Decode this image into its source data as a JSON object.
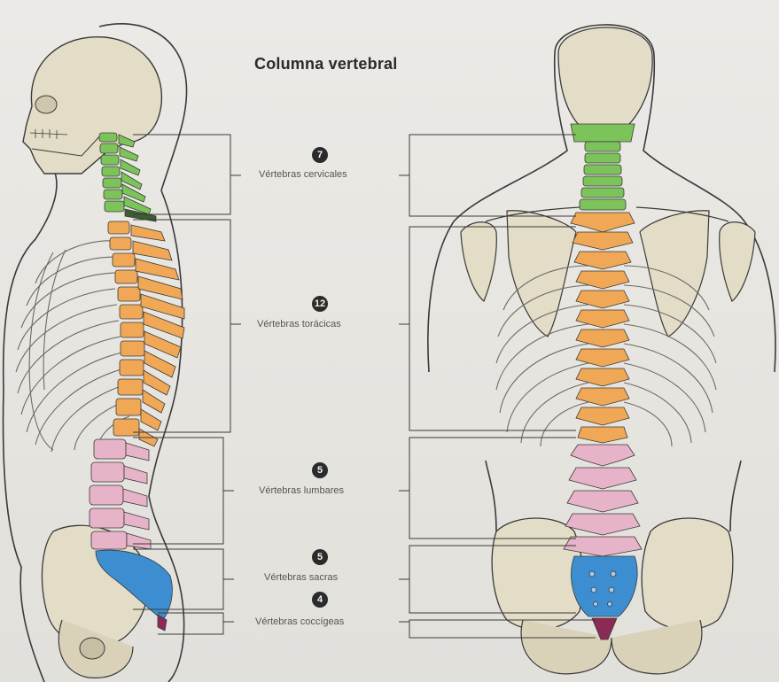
{
  "title": "Columna vertebral",
  "colors": {
    "cervical": "#7cc35a",
    "thoracic": "#f0a857",
    "lumbar": "#e7b3c9",
    "sacral": "#3d8ed0",
    "coccyx": "#8c2a56",
    "bone": "#e3dcc6",
    "line": "#3a3a3a"
  },
  "regions": [
    {
      "key": "cervical",
      "count": "7",
      "label": "Vértebras cervicales"
    },
    {
      "key": "thoracic",
      "count": "12",
      "label": "Vértebras torácicas"
    },
    {
      "key": "lumbar",
      "count": "5",
      "label": "Vértebras lumbares"
    },
    {
      "key": "sacral",
      "count": "5",
      "label": "Vértebras sacras"
    },
    {
      "key": "coccyx",
      "count": "4",
      "label": "Vértebras coccígeas"
    }
  ]
}
